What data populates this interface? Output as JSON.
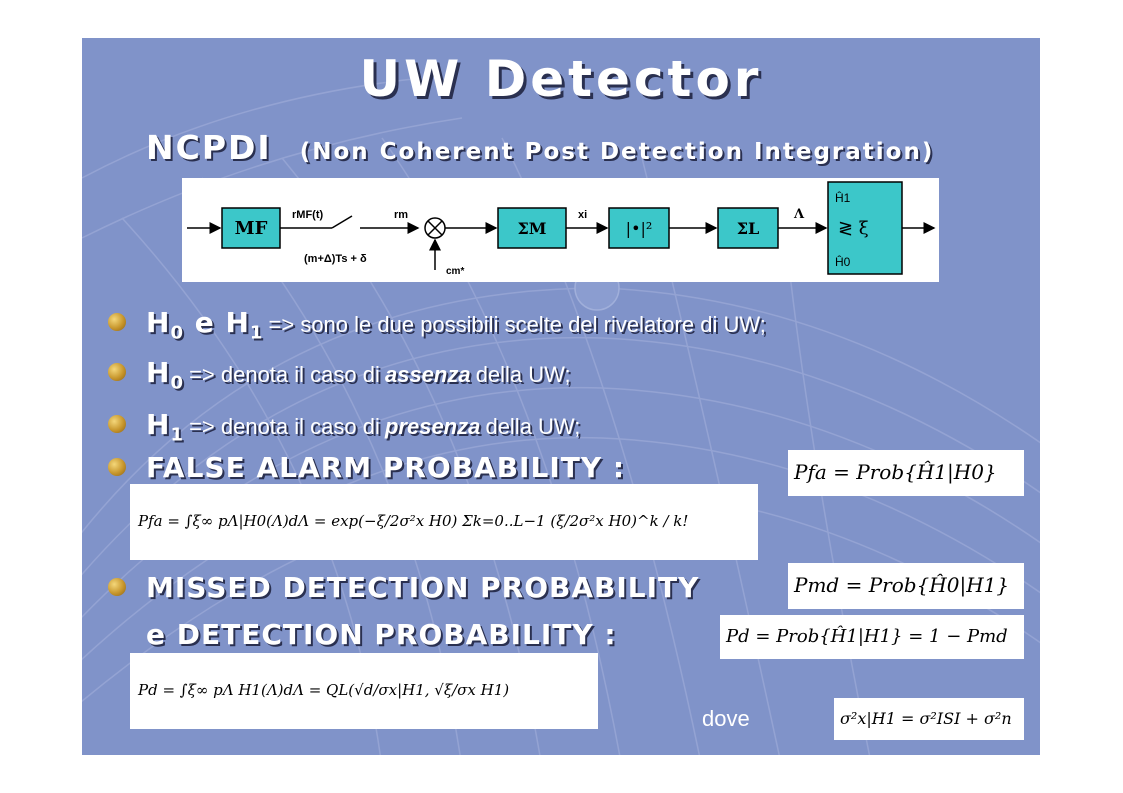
{
  "slide": {
    "title": "UW  Detector",
    "subtitle_main": "NCPDI",
    "subtitle_paren": "(Non Coherent Post Detection Integration)"
  },
  "diagram": {
    "mf": "MF",
    "rmf": "rMF(t)",
    "sampling": "(m+Δ)Ts + δ",
    "rm": "rm",
    "cm": "cm*",
    "sum_m": "ΣM",
    "xi": "xi",
    "abs_sq": "|•|²",
    "sum_l": "ΣL",
    "lambda": "Λ",
    "h1": "Ĥ1",
    "compare": "≷ ξ",
    "h0": "Ĥ0"
  },
  "bullets": {
    "b1_rest": "=> sono le due possibili scelte del rivelatore di UW;",
    "b2_pre": "=> denota il caso di",
    "b2_em": "assenza",
    "b2_post": "della UW;",
    "b3_pre": "=> denota il caso di",
    "b3_em": "presenza",
    "b3_post": "della UW;",
    "b4": "FALSE ALARM PROBABILITY :",
    "b5": "MISSED DETECTION PROBABILITY",
    "b6": "e DETECTION PROBABILITY :"
  },
  "formulas": {
    "pfa_def": "Pfa = Prob{Ĥ1|H0}",
    "pfa_integral": "Pfa = ∫ξ∞ pΛ|H0(Λ)dΛ = exp(−ξ/2σ²x H0) Σk=0..L−1 (ξ/2σ²x H0)^k / k!",
    "pmd_def": "Pmd = Prob{Ĥ0|H1}",
    "pd_def": "Pd = Prob{Ĥ1|H1} = 1 − Pmd",
    "pd_integral": "Pd = ∫ξ∞ pΛ H1(Λ)dΛ = QL(√d/σx|H1, √ξ/σx H1)",
    "sigma_def": "σ²x|H1 = σ²ISI + σ²n"
  },
  "footer": {
    "dove": "dove"
  }
}
